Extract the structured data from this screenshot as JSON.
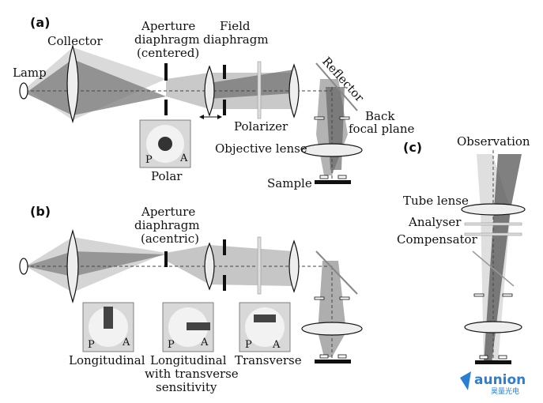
{
  "panels": {
    "a": "(a)",
    "b": "(b)",
    "c": "(c)"
  },
  "labels_a": {
    "collector": "Collector",
    "aperture_1": "Aperture",
    "aperture_2": "diaphragm",
    "aperture_3": "(centered)",
    "field_1": "Field",
    "field_2": "diaphragm",
    "lamp": "Lamp",
    "reflector": "Reflector",
    "back_1": "Back",
    "back_2": "focal plane",
    "polarizer": "Polarizer",
    "objective": "Objective lense",
    "polar": "Polar",
    "sample": "Sample",
    "p": "P",
    "a": "A"
  },
  "labels_b": {
    "aperture_1": "Aperture",
    "aperture_2": "diaphragm",
    "aperture_3": "(acentric)",
    "longitudinal": "Longitudinal",
    "lts_1": "Longitudinal",
    "lts_2": "with transverse",
    "lts_3": "sensitivity",
    "transverse": "Transverse",
    "p": "P",
    "a": "A"
  },
  "labels_c": {
    "observation": "Observation",
    "tube": "Tube lense",
    "analyser": "Analyser",
    "compensator": "Compensator"
  },
  "watermark": {
    "name": "aunion",
    "sub": "昊量光电"
  }
}
